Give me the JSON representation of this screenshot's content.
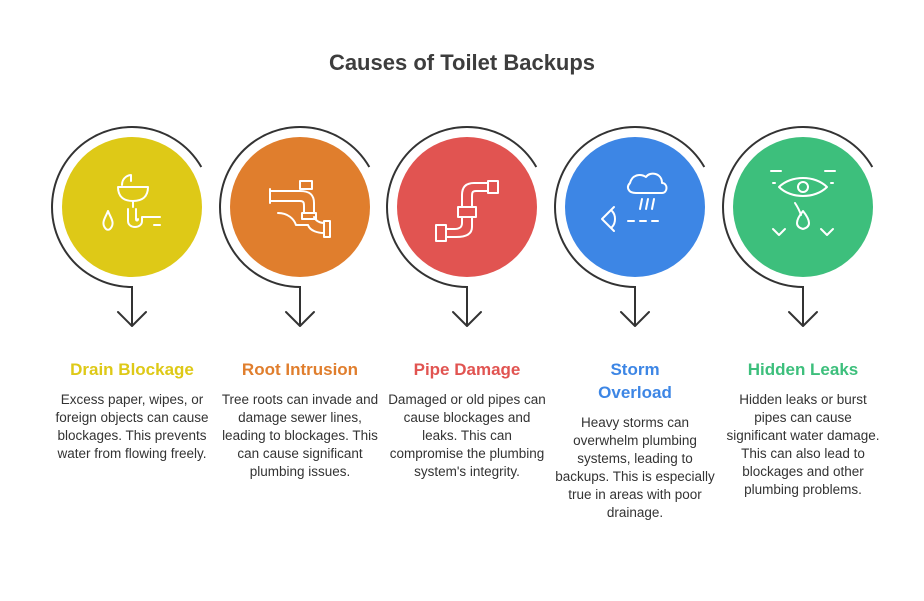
{
  "title": "Causes of Toilet Backups",
  "colors": {
    "outline": "#333333",
    "icon": "#ffffff"
  },
  "steps": [
    {
      "icon": "sink-drip-pipe-icon",
      "color": "#dec917",
      "heading": "Drain Blockage",
      "text": "Excess paper, wipes, or foreign objects can cause blockages. This prevents water from flowing freely."
    },
    {
      "icon": "pipe-elbows-icon",
      "color": "#e07e2d",
      "heading": "Root Intrusion",
      "text": "Tree roots can invade and damage sewer lines, leading to blockages. This can cause significant plumbing issues."
    },
    {
      "icon": "pipe-bend-icon",
      "color": "#e15451",
      "heading": "Pipe Damage",
      "text": "Damaged or old pipes can cause blockages and leaks. This can compromise the plumbing system's integrity."
    },
    {
      "icon": "storm-cloud-icon",
      "color": "#3d86e5",
      "heading": "Storm Overload",
      "text": "Heavy storms can overwhelm plumbing systems, leading to backups. This is especially true in areas with poor drainage."
    },
    {
      "icon": "eye-leak-drop-icon",
      "color": "#3dbf7c",
      "heading": "Hidden Leaks",
      "text": "Hidden leaks or burst pipes can cause significant water damage. This can also lead to blockages and other plumbing problems."
    }
  ]
}
